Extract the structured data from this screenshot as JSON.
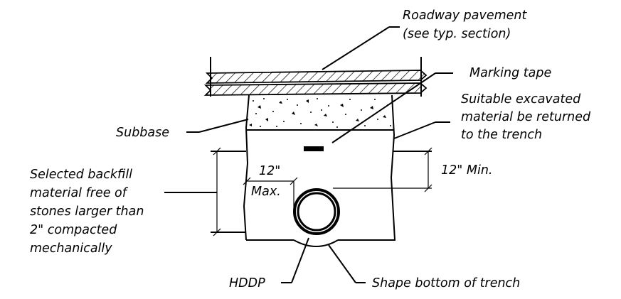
{
  "labels": {
    "roadway_line1": "Roadway pavement",
    "roadway_line2": "(see typ. section)",
    "marking_tape": "Marking tape",
    "excavated_line1": "Suitable excavated",
    "excavated_line2": "material be returned",
    "excavated_line3": "to the trench",
    "subbase": "Subbase",
    "backfill_line1": "Selected backfill",
    "backfill_line2": "material free of",
    "backfill_line3": "stones larger than",
    "backfill_line4": "2\" compacted",
    "backfill_line5": "mechanically",
    "dim_12": "12\"",
    "dim_max": "Max.",
    "dim_12_min": "12\" Min.",
    "hddp": "HDDP",
    "shape_bottom": "Shape bottom of trench"
  }
}
